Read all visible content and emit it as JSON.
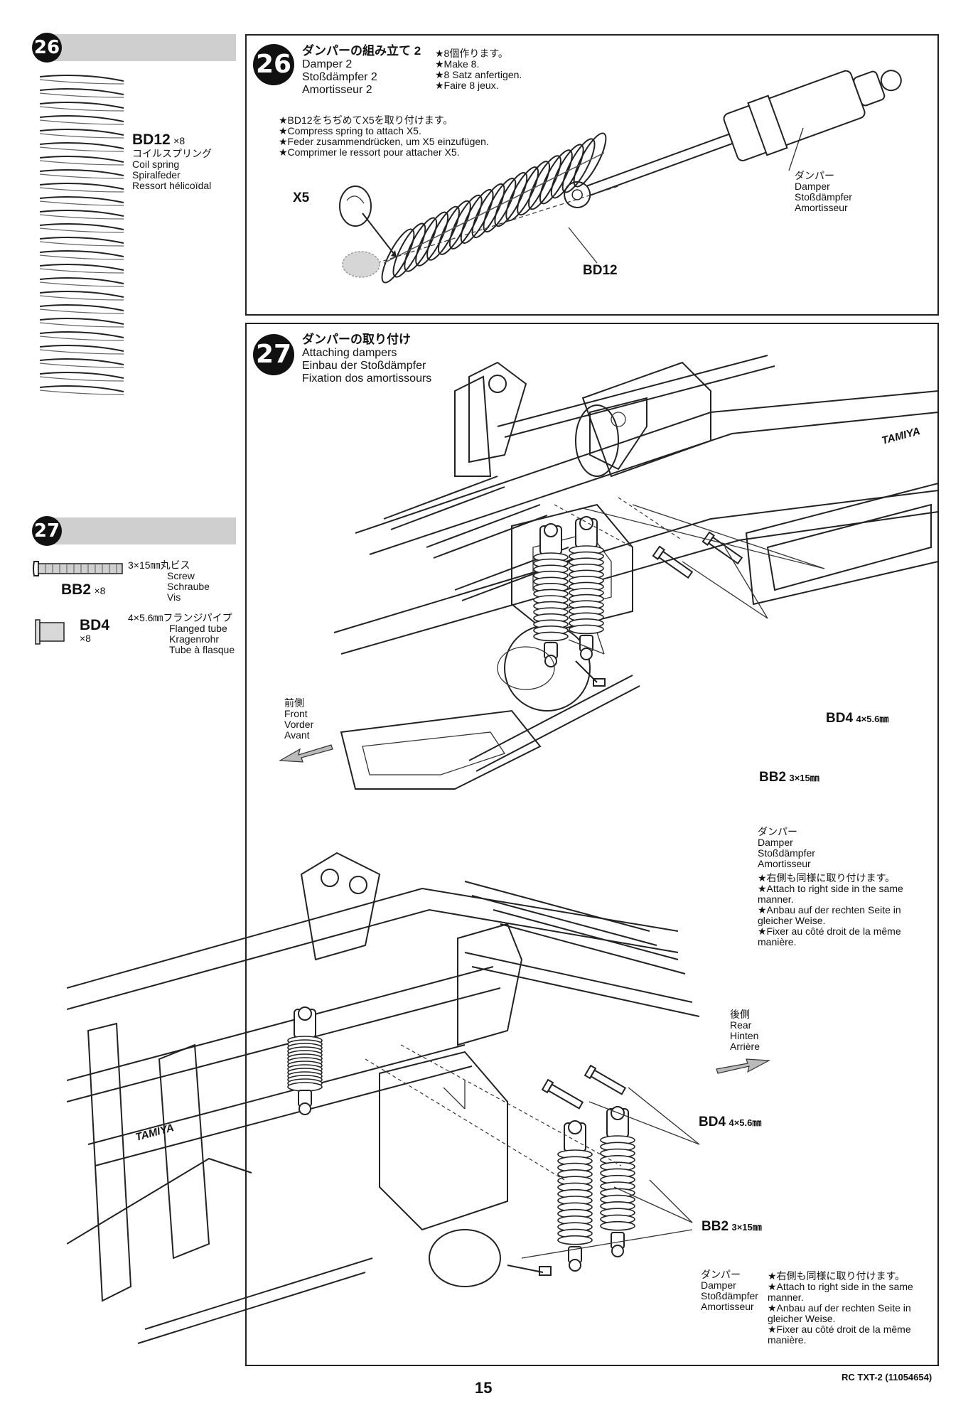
{
  "sidebar": {
    "step26": {
      "number": "26",
      "part": {
        "code": "BD12",
        "qty": "×8",
        "names": [
          "コイルスプリング",
          "Coil spring",
          "Spiralfeder",
          "Ressort hélicoïdal"
        ]
      }
    },
    "step27": {
      "number": "27",
      "parts": [
        {
          "code": "BB2",
          "qty": "×8",
          "size_label": "3×15㎜丸ビス",
          "names": [
            "Screw",
            "Schraube",
            "Vis"
          ]
        },
        {
          "code": "BD4",
          "qty": "×8",
          "size_label": "4×5.6㎜フランジパイプ",
          "names": [
            "Flanged tube",
            "Kragenrohr",
            "Tube à flasque"
          ]
        }
      ]
    }
  },
  "step26": {
    "number": "26",
    "titles": [
      "ダンパーの組み立て 2",
      "Damper 2",
      "Stoßdämpfer 2",
      "Amortisseur 2"
    ],
    "make_notes": [
      "★8個作ります。",
      "★Make 8.",
      "★8 Satz anfertigen.",
      "★Faire 8 jeux."
    ],
    "instructions": [
      "★BD12をちぢめてX5を取り付けます。",
      "★Compress spring to attach X5.",
      "★Feder zusammendrücken, um X5 einzufügen.",
      "★Comprimer le ressort pour attacher X5."
    ],
    "callouts": {
      "x5": "X5",
      "bd12": "BD12"
    },
    "damper_label": [
      "ダンパー",
      "Damper",
      "Stoßdämpfer",
      "Amortisseur"
    ]
  },
  "step27": {
    "number": "27",
    "titles": [
      "ダンパーの取り付け",
      "Attaching dampers",
      "Einbau der Stoßdämpfer",
      "Fixation dos amortissours"
    ],
    "front_label": [
      "前側",
      "Front",
      "Vorder",
      "Avant"
    ],
    "rear_label": [
      "後側",
      "Rear",
      "Hinten",
      "Arrière"
    ],
    "front_callouts": {
      "bd4": {
        "code": "BD4",
        "size": "4×5.6㎜"
      },
      "bb2": {
        "code": "BB2",
        "size": "3×15㎜"
      },
      "damper": [
        "ダンパー",
        "Damper",
        "Stoßdämpfer",
        "Amortisseur"
      ],
      "note": [
        "★右側も同様に取り付けます。",
        "★Attach to right side in the same",
        "manner.",
        "★Anbau auf der rechten Seite in",
        "gleicher Weise.",
        "★Fixer au côté droit de la même",
        "manière."
      ]
    },
    "rear_callouts": {
      "bd4": {
        "code": "BD4",
        "size": "4×5.6㎜"
      },
      "bb2": {
        "code": "BB2",
        "size": "3×15㎜"
      },
      "damper": [
        "ダンパー",
        "Damper",
        "Stoßdämpfer",
        "Amortisseur"
      ],
      "note": [
        "★右側も同様に取り付けます。",
        "★Attach to right side in the same",
        "manner.",
        "★Anbau auf der rechten Seite in",
        "gleicher Weise.",
        "★Fixer au côté droit de la même",
        "manière."
      ]
    },
    "chassis_brand": "TAMIYA"
  },
  "footer": {
    "page_number": "15",
    "doc_id": "RC TXT-2 (11054654)"
  }
}
